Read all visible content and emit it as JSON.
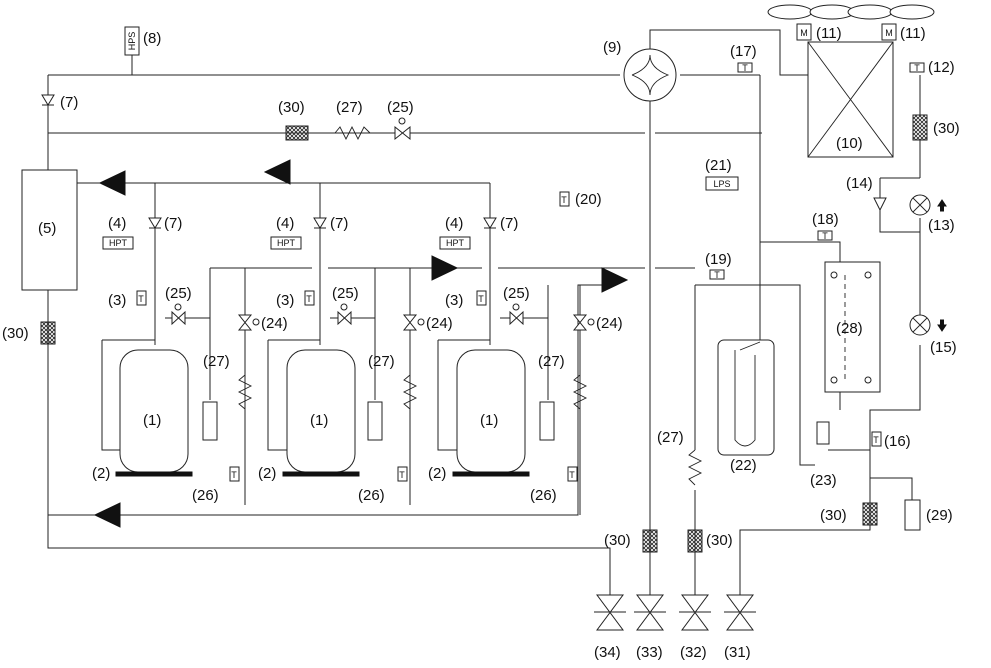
{
  "labels": {
    "n1": "(1)",
    "n2": "(2)",
    "n3": "(3)",
    "n4": "(4)",
    "n5": "(5)",
    "n7": "(7)",
    "n8": "(8)",
    "n9": "(9)",
    "n10": "(10)",
    "n11": "(11)",
    "n12": "(12)",
    "n13": "(13)",
    "n14": "(14)",
    "n15": "(15)",
    "n16": "(16)",
    "n17": "(17)",
    "n18": "(18)",
    "n19": "(19)",
    "n20": "(20)",
    "n21": "(21)",
    "n22": "(22)",
    "n23": "(23)",
    "n24": "(24)",
    "n25": "(25)",
    "n26": "(26)",
    "n27": "(27)",
    "n28": "(28)",
    "n29": "(29)",
    "n30": "(30)",
    "n31": "(31)",
    "n32": "(32)",
    "n33": "(33)",
    "n34": "(34)"
  },
  "tags": {
    "hps": "HPS",
    "hpt": "HPT",
    "lps": "LPS",
    "t": "T",
    "motor": "M"
  }
}
